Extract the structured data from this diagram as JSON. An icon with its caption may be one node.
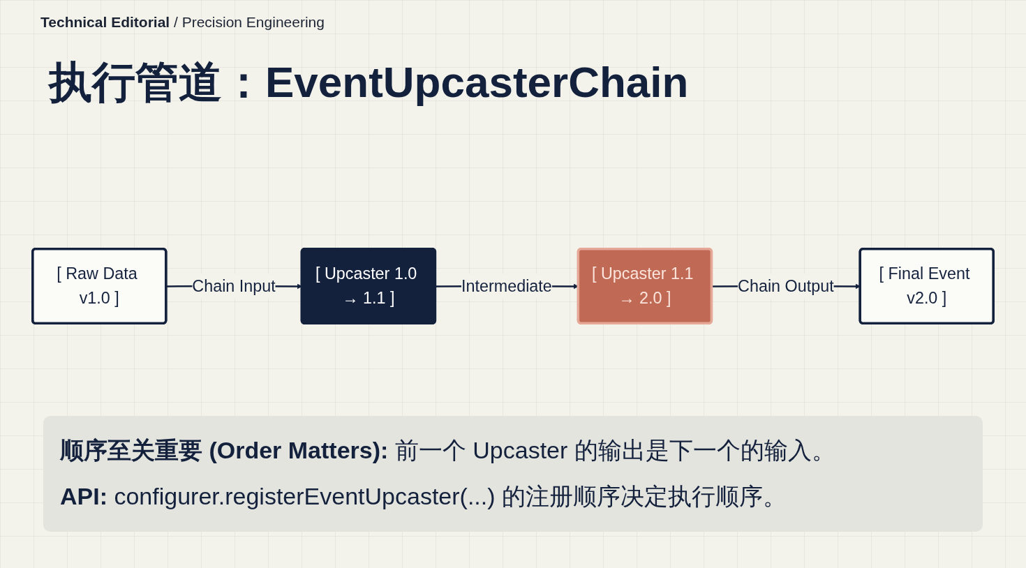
{
  "diagram": {
    "title": "执行管道：EventUpcasterChain",
    "nodes": [
      {
        "text": [
          "[ Raw Data v1.0 ]"
        ]
      },
      {
        "text": [
          "[ Upcaster 1.0 → 1.1 ]"
        ]
      },
      {
        "text": [
          "[ Upcaster 1.1 → 2.0 ]"
        ]
      },
      {
        "text": [
          "[ Final Event v2.0 ]"
        ]
      }
    ],
    "edges": [
      {
        "from": 0,
        "to": 1,
        "arrow": "to",
        "label": "Chain Input"
      },
      {
        "from": 1,
        "to": 2,
        "arrow": "to",
        "label": "Intermediate"
      },
      {
        "from": 2,
        "to": 3,
        "arrow": "to",
        "label": "Chain Output"
      }
    ],
    "labels": [
      "**Technical Editorial** / Precision Engineering",
      "**顺序至关重要 (Order Matters):** 前一个 Upcaster 的输出是下一个的输入。",
      "**API:** configurer.registerEventUpcaster(...) 的注册顺序决定执行顺序。"
    ]
  }
}
